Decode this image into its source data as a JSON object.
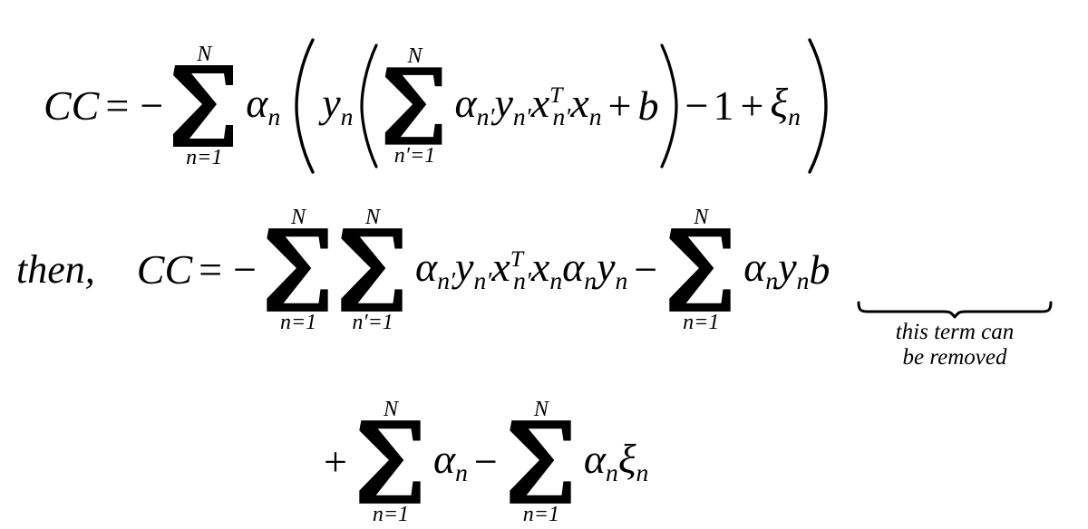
{
  "document": {
    "type": "math-derivation",
    "background_color": "#ffffff",
    "text_color": "#000000",
    "line_count": 3
  },
  "symbols": {
    "sum": "∑",
    "alpha": "α",
    "xi": "ξ",
    "minus": "−",
    "plus": "+",
    "equals": "=",
    "prime": "′",
    "paren_open": "(",
    "paren_close": ")"
  },
  "line1": {
    "lhs": "CC",
    "equals": "=",
    "leading_sign": "−",
    "sum_outer": {
      "upper": "N",
      "lower_var": "n",
      "lower_eq": "=",
      "lower_val": "1"
    },
    "alpha": "α",
    "alpha_sub": "n",
    "y": "y",
    "y_sub": "n",
    "sum_inner": {
      "upper": "N",
      "lower_var": "n",
      "lower_prime": "′",
      "lower_eq": "=",
      "lower_val": "1"
    },
    "term_alpha": "α",
    "term_alpha_sub": "n",
    "term_alpha_prime": "′",
    "term_y": "y",
    "term_y_sub": "n",
    "term_y_prime": "′",
    "term_x": "x",
    "term_x_sup": "T",
    "term_x_sub": "n",
    "term_x_prime": "′",
    "term_x2": "x",
    "term_x2_sub": "n",
    "plus": "+",
    "b": "b",
    "minus": "−",
    "one": "1",
    "plus2": "+",
    "xi": "ξ",
    "xi_sub": "n"
  },
  "line2": {
    "then": "then,",
    "lhs": "CC",
    "equals": "=",
    "leading_sign": "−",
    "sum_a": {
      "upper": "N",
      "lower_var": "n",
      "lower_eq": "=",
      "lower_val": "1"
    },
    "sum_b": {
      "upper": "N",
      "lower_var": "n",
      "lower_prime": "′",
      "lower_eq": "=",
      "lower_val": "1"
    },
    "t_alpha": "α",
    "t_alpha_sub": "n",
    "t_alpha_prime": "′",
    "t_y": "y",
    "t_y_sub": "n",
    "t_y_prime": "′",
    "t_x": "x",
    "t_x_sup": "T",
    "t_x_sub": "n",
    "t_x_prime": "′",
    "t_x2": "x",
    "t_x2_sub": "n",
    "t_alpha2": "α",
    "t_alpha2_sub": "n",
    "t_y2": "y",
    "t_y2_sub": "n",
    "minus": "−",
    "sum_c": {
      "upper": "N",
      "lower_var": "n",
      "lower_eq": "=",
      "lower_val": "1"
    },
    "c_alpha": "α",
    "c_alpha_sub": "n",
    "c_y": "y",
    "c_y_sub": "n",
    "c_b": "b",
    "annotation_line1": "this term can",
    "annotation_line2": "be removed"
  },
  "line3": {
    "plus": "+",
    "sum_a": {
      "upper": "N",
      "lower_var": "n",
      "lower_eq": "=",
      "lower_val": "1"
    },
    "alpha": "α",
    "alpha_sub": "n",
    "minus": "−",
    "sum_b": {
      "upper": "N",
      "lower_var": "n",
      "lower_eq": "=",
      "lower_val": "1"
    },
    "alpha2": "α",
    "alpha2_sub": "n",
    "xi": "ξ",
    "xi_sub": "n"
  }
}
